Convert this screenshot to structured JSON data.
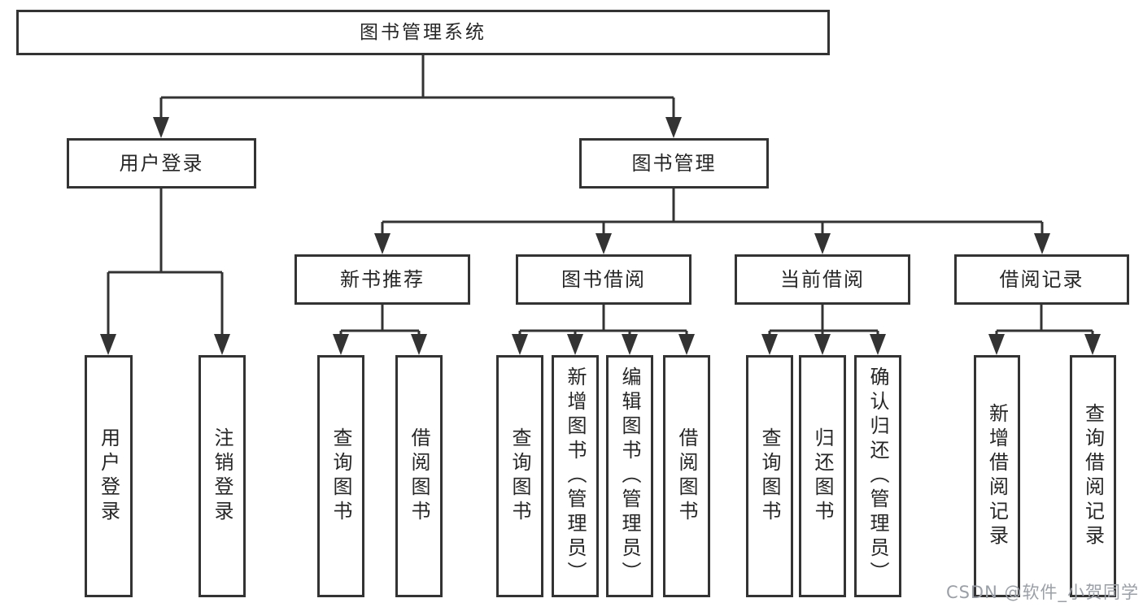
{
  "diagram": {
    "root": {
      "label": "图书管理系统"
    },
    "level2": [
      {
        "label": "用户登录"
      },
      {
        "label": "图书管理"
      }
    ],
    "level3": [
      {
        "label": "新书推荐",
        "parent": "图书管理"
      },
      {
        "label": "图书借阅",
        "parent": "图书管理"
      },
      {
        "label": "当前借阅",
        "parent": "图书管理"
      },
      {
        "label": "借阅记录",
        "parent": "图书管理"
      }
    ],
    "leaves": [
      {
        "label": "用户登录",
        "parent": "用户登录"
      },
      {
        "label": "注销登录",
        "parent": "用户登录"
      },
      {
        "label": "查询图书",
        "parent": "新书推荐"
      },
      {
        "label": "借阅图书",
        "parent": "新书推荐"
      },
      {
        "label": "查询图书",
        "parent": "图书借阅"
      },
      {
        "label": "新增图书（管理员）",
        "parent": "图书借阅"
      },
      {
        "label": "编辑图书（管理员）",
        "parent": "图书借阅"
      },
      {
        "label": "借阅图书",
        "parent": "图书借阅"
      },
      {
        "label": "查询图书",
        "parent": "当前借阅"
      },
      {
        "label": "归还图书",
        "parent": "当前借阅"
      },
      {
        "label": "确认归还（管理员）",
        "parent": "当前借阅"
      },
      {
        "label": "新增借阅记录",
        "parent": "借阅记录"
      },
      {
        "label": "查询借阅记录",
        "parent": "借阅记录"
      }
    ]
  },
  "watermark": "CSDN @软件_小贺同学",
  "colors": {
    "line": "#333333",
    "border": "#333333",
    "text": "#262626",
    "watermark": "#9aa0a8",
    "background": "#ffffff"
  }
}
